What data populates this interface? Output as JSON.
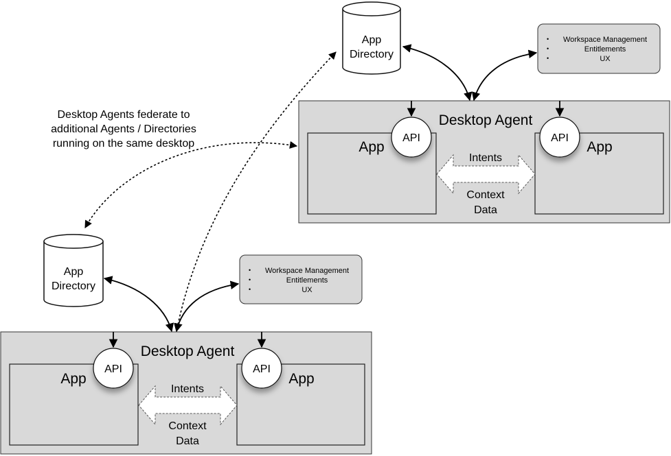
{
  "federation_note": [
    "Desktop Agents federate to",
    "additional Agents /  Directories",
    "running on the same desktop"
  ],
  "clusters": [
    {
      "directory": [
        "App",
        "Directory"
      ],
      "services": [
        "Workspace Management",
        "Entitlements",
        "UX"
      ],
      "agent_title": "Desktop Agent",
      "left_app": "App",
      "right_app": "App",
      "api_label": "API",
      "intents_label": "Intents",
      "context_label": [
        "Context",
        "Data"
      ]
    },
    {
      "directory": [
        "App",
        "Directory"
      ],
      "services": [
        "Workspace Management",
        "Entitlements",
        "UX"
      ],
      "agent_title": "Desktop Agent",
      "left_app": "App",
      "right_app": "App",
      "api_label": "API",
      "intents_label": "Intents",
      "context_label": [
        "Context",
        "Data"
      ]
    }
  ]
}
